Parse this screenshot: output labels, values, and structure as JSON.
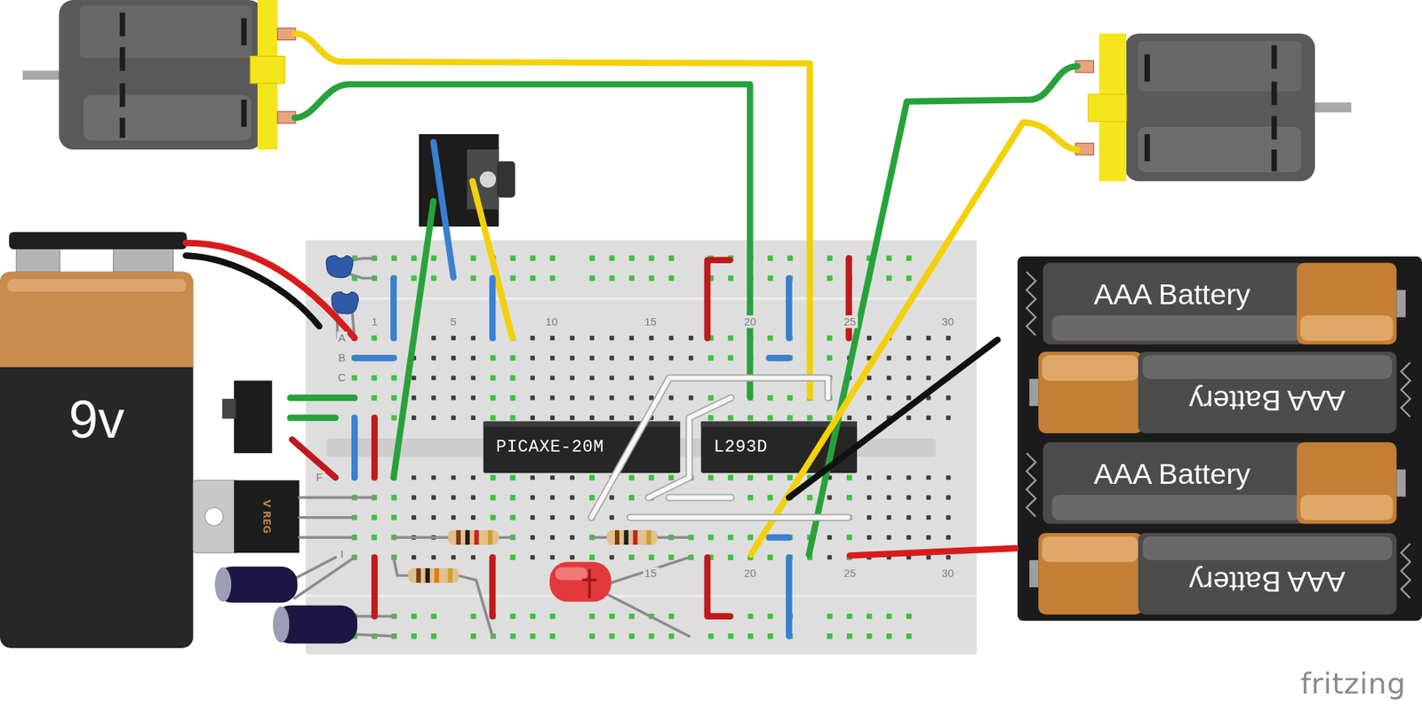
{
  "diagram": {
    "nodes": [
      {
        "text": [
          "9v"
        ]
      },
      {
        "text": [
          "AAA Battery"
        ]
      },
      {
        "text": [
          "AAA Battery"
        ]
      },
      {
        "text": [
          "AAA Battery"
        ]
      },
      {
        "text": [
          "AAA Battery"
        ]
      },
      {
        "text": [
          "PICAXE-20M"
        ]
      },
      {
        "text": [
          "L293D"
        ]
      },
      {
        "text": [
          "V REG"
        ]
      }
    ],
    "labels": [
      "1",
      "5",
      "10",
      "15",
      "20",
      "25",
      "30",
      "A",
      "B",
      "C",
      "F",
      "I",
      "15",
      "20",
      "25",
      "30",
      "fritzing"
    ]
  }
}
